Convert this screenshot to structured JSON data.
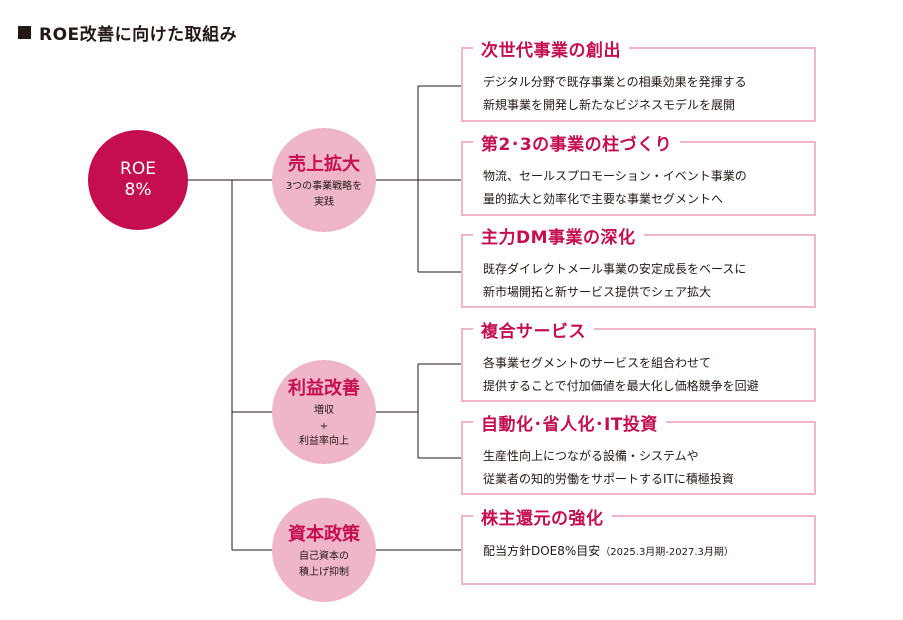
{
  "title": "ROE改善に向けた取組み",
  "root": {
    "label_line1": "ROE",
    "label_line2": "8%"
  },
  "categories": [
    {
      "name": "売上拡大",
      "sub": "3つの事業戦略を\n実践"
    },
    {
      "name": "利益改善",
      "sub": "増収\n+\n利益率向上"
    },
    {
      "name": "資本政策",
      "sub": "自己資本の\n積上げ抑制"
    }
  ],
  "initiatives": [
    {
      "heading": "次世代事業の創出",
      "text": "デジタル分野で既存事業との相乗効果を発揮する\n新規事業を開発し新たなビジネスモデルを展開"
    },
    {
      "heading": "第2･3の事業の柱づくり",
      "text": "物流、セールスプロモーション・イベント事業の\n量的拡大と効率化で主要な事業セグメントへ"
    },
    {
      "heading": "主力DM事業の深化",
      "text": "既存ダイレクトメール事業の安定成長をベースに\n新市場開拓と新サービス提供でシェア拡大"
    },
    {
      "heading": "複合サービス",
      "text": "各事業セグメントのサービスを組合わせて\n提供することで付加価値を最大化し価格競争を回避"
    },
    {
      "heading": "自動化･省人化･IT投資",
      "text": "生産性向上につながる設備・システムや\n従業者の知的労働をサポートするITに積極投資"
    },
    {
      "heading": "株主還元の強化",
      "text": "配当方針DOE8%目安",
      "note": "（2025.3月期-2027.3月期）"
    }
  ],
  "colors": {
    "accent": "#c40e4f",
    "light": "#efb5c9",
    "line": "#231815"
  }
}
